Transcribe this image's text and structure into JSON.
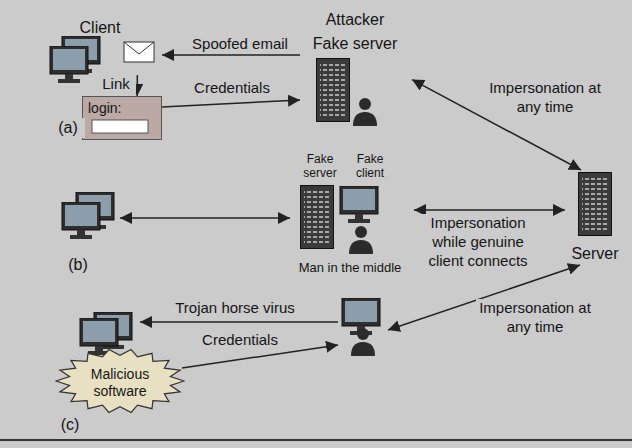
{
  "diagram": {
    "nodes": [
      {
        "text": [
          "Client"
        ]
      },
      {
        "text": [
          "login:"
        ]
      },
      {
        "text": [
          "Attacker",
          "Fake server"
        ]
      },
      {
        "text": [
          "Server"
        ]
      },
      {
        "text": [
          "Fake server",
          "Fake client",
          "Man in the middle"
        ]
      },
      {
        "text": [
          "Malicious software"
        ]
      }
    ],
    "edges": [
      {
        "from": 2,
        "to": 0,
        "label": "Spoofed email",
        "arrow": "to"
      },
      {
        "from": 0,
        "to": 1,
        "label": "Link",
        "arrow": "to"
      },
      {
        "from": 1,
        "to": 2,
        "label": "Credentials",
        "arrow": "to"
      },
      {
        "from": 2,
        "to": 3,
        "label": "Impersonation at any time",
        "arrow": "both"
      },
      {
        "from": 4,
        "to": 3,
        "label": "Impersonation while genuine client connects",
        "arrow": "both"
      }
    ],
    "labels": [
      "(a)",
      "(b)",
      "(c)",
      "Trojan horse virus",
      "Credentials",
      "Impersonation at any time"
    ]
  }
}
